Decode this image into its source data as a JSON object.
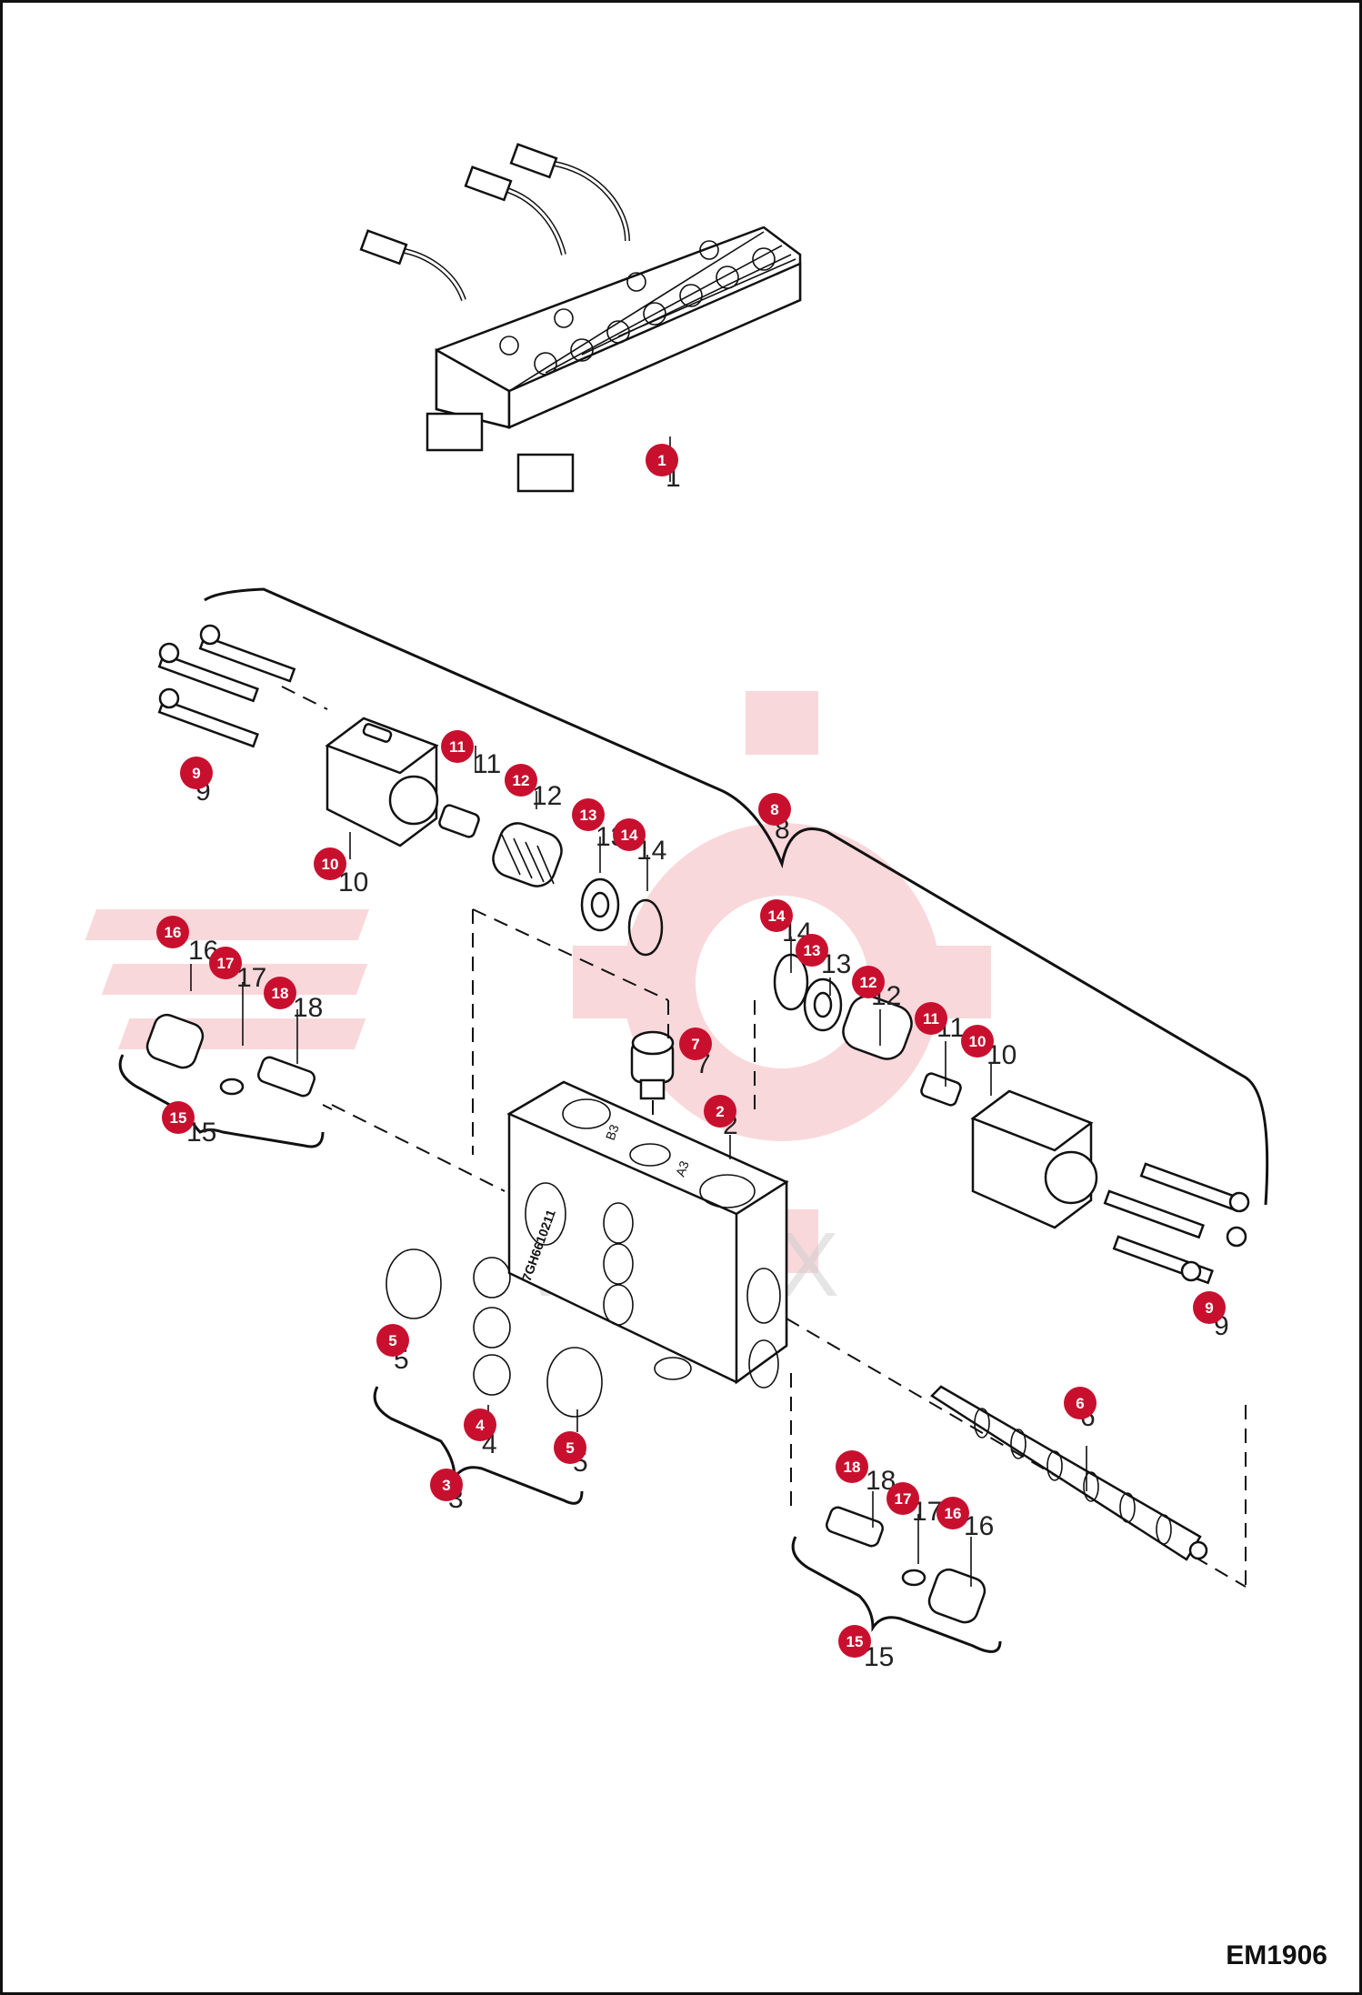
{
  "diagram": {
    "code": "EM1906",
    "watermark": "VIHLEX",
    "labels": {
      "block_part_number": "7GH6610211",
      "port_b3": "B3",
      "port_a3": "A3"
    },
    "callouts": [
      {
        "number": "1"
      },
      {
        "number": "2"
      },
      {
        "number": "3"
      },
      {
        "number": "4"
      },
      {
        "number": "5"
      },
      {
        "number": "6"
      },
      {
        "number": "7"
      },
      {
        "number": "8"
      },
      {
        "number": "9"
      },
      {
        "number": "10"
      },
      {
        "number": "11"
      },
      {
        "number": "12"
      },
      {
        "number": "13"
      },
      {
        "number": "14"
      },
      {
        "number": "15"
      },
      {
        "number": "16"
      },
      {
        "number": "17"
      },
      {
        "number": "18"
      }
    ],
    "colors": {
      "callout_fill": "#c8102e",
      "watermark": "#f4b9bd",
      "line": "#111111"
    }
  }
}
